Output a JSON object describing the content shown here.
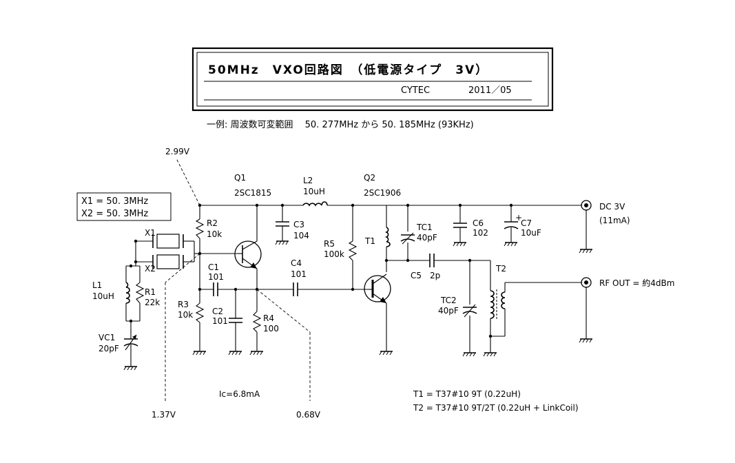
{
  "title_box": {
    "title": "50MHz　VXO回路図　（低電源タイプ　3V）",
    "company": "CYTEC",
    "date": "2011／05"
  },
  "example_note": "一例:  周波数可変範囲　 50. 277MHz  から  50. 185MHz  (93KHz)",
  "crystal_box": {
    "line1": "X1  =  50. 3MHz",
    "line2": "X2  =  50. 3MHz"
  },
  "components": {
    "q1": {
      "ref": "Q1",
      "part": "2SC1815"
    },
    "q2": {
      "ref": "Q2",
      "part": "2SC1906"
    },
    "l2": {
      "ref": "L2",
      "value": "10uH"
    },
    "r2": {
      "ref": "R2",
      "value": "10k"
    },
    "c3": {
      "ref": "C3",
      "value": "104"
    },
    "r5": {
      "ref": "R5",
      "value": "100k"
    },
    "t1": {
      "ref": "T1"
    },
    "tc1": {
      "ref": "TC1",
      "value": "40pF"
    },
    "c6": {
      "ref": "C6",
      "value": "102"
    },
    "c7": {
      "ref": "C7",
      "value": "10uF"
    },
    "x1": {
      "ref": "X1"
    },
    "x2": {
      "ref": "X2"
    },
    "l1": {
      "ref": "L1",
      "value": "10uH"
    },
    "r1": {
      "ref": "R1",
      "value": "22k"
    },
    "vc1": {
      "ref": "VC1",
      "value": "20pF"
    },
    "c1": {
      "ref": "C1",
      "value": "101"
    },
    "c2": {
      "ref": "C2",
      "value": "101"
    },
    "r3": {
      "ref": "R3",
      "value": "10k"
    },
    "r4": {
      "ref": "R4",
      "value": "100"
    },
    "c4": {
      "ref": "C4",
      "value": "101"
    },
    "c5": {
      "ref": "C5",
      "value": "2p"
    },
    "tc2": {
      "ref": "TC2",
      "value": "40pF"
    },
    "t2": {
      "ref": "T2"
    }
  },
  "ports": {
    "dc": {
      "label": "DC 3V",
      "current": "(11mA)"
    },
    "rf": {
      "label": "RF OUT = 約4dBm"
    }
  },
  "voltages": {
    "v_top": "2.99V",
    "v_base": "1.37V",
    "v_emitter": "0.68V"
  },
  "ic_note": "Ic=6.8mA",
  "notes": {
    "t1": "T1 = T37#10  9T  (0.22uH)",
    "t2": "T2 = T37#10  9T/2T (0.22uH + LinkCoil)"
  }
}
